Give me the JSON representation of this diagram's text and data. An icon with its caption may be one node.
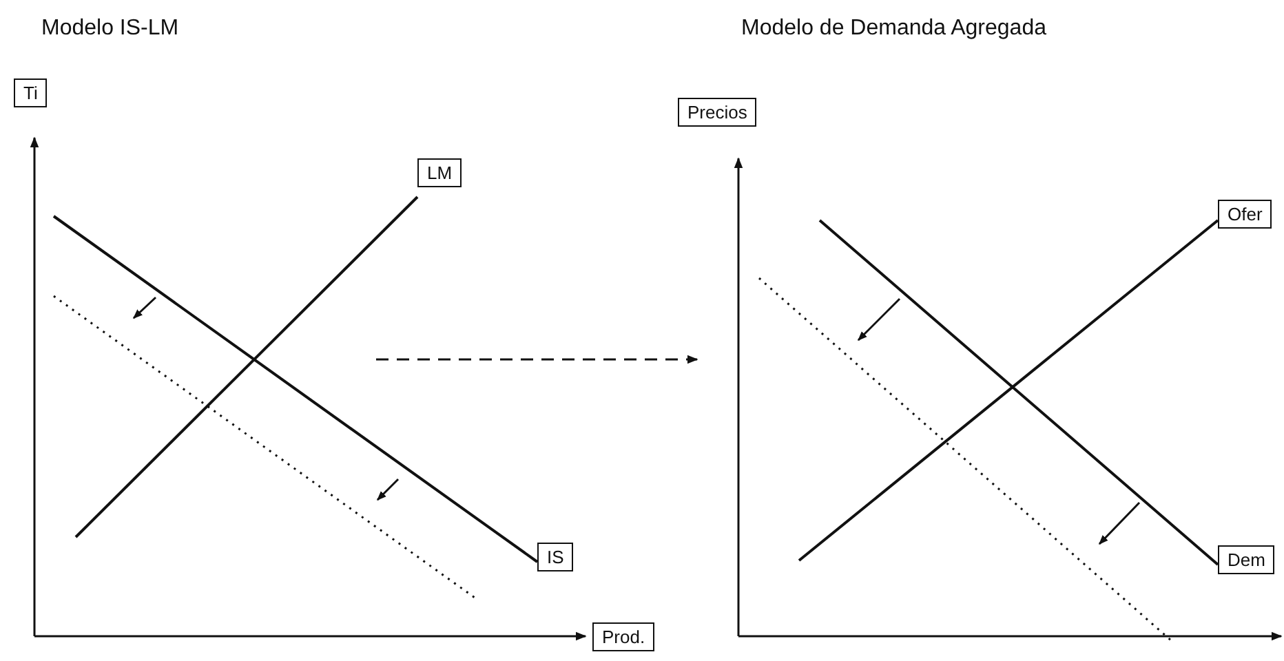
{
  "diagram": {
    "labels": [
      "Modelo IS-LM",
      "Ti",
      "LM",
      "IS",
      "Prod.",
      "Modelo de Demanda Agregada",
      "Precios",
      "Ofer",
      "Dem"
    ]
  }
}
